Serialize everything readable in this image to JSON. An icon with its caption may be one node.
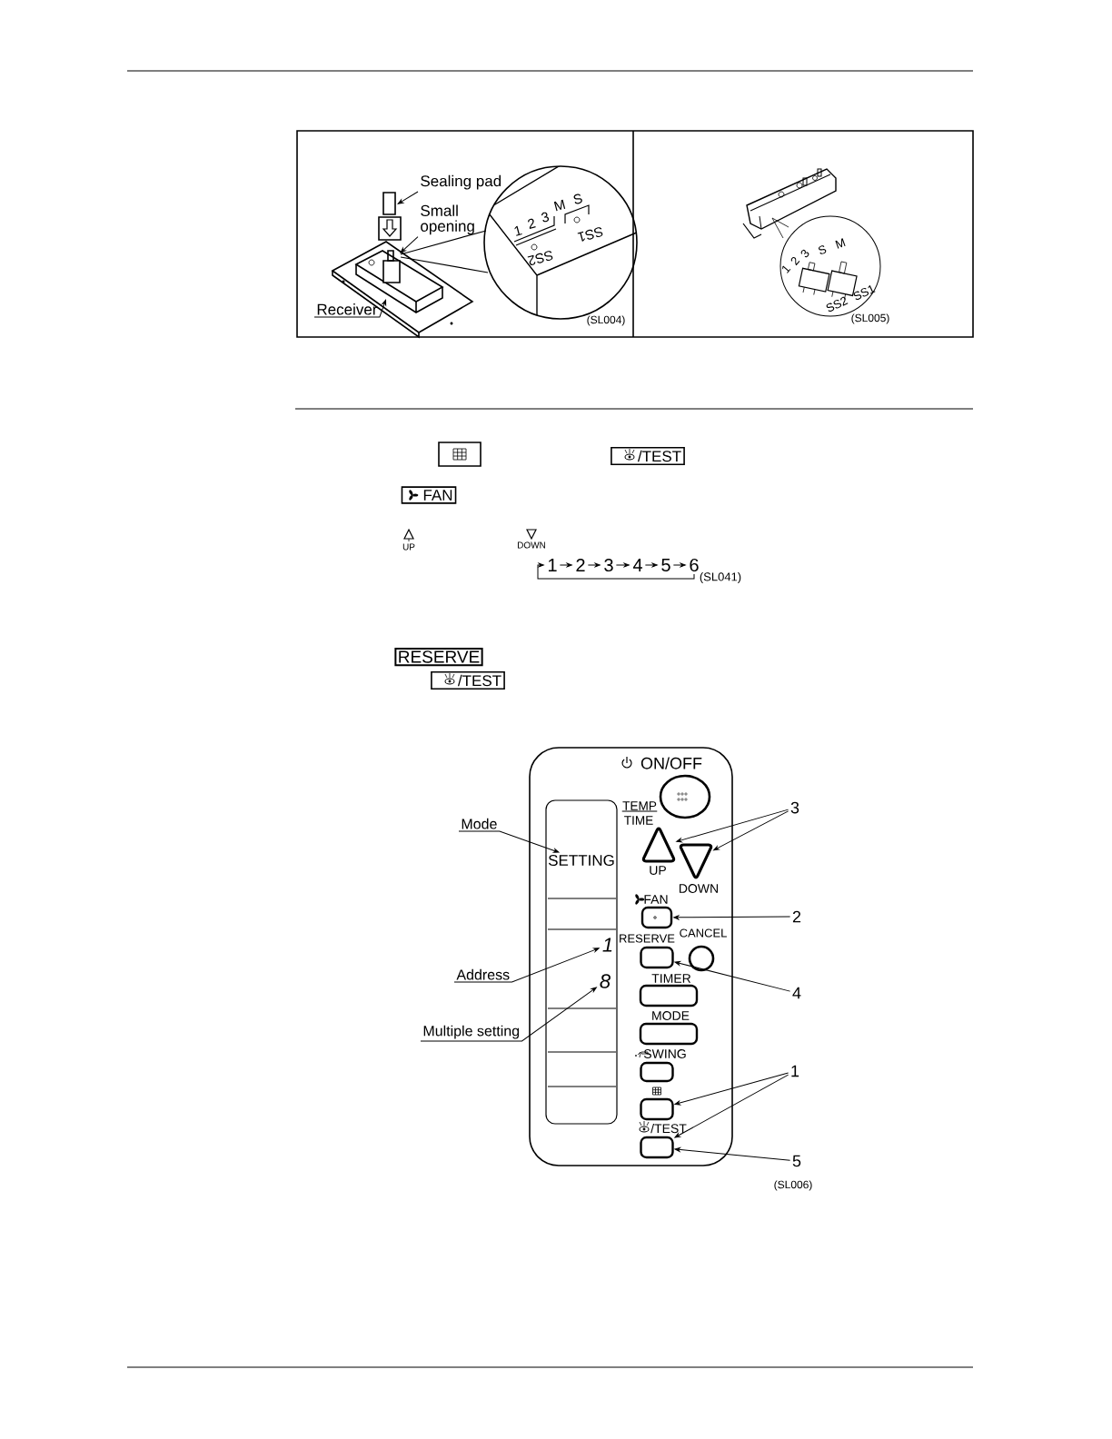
{
  "diagram": {
    "nodes": [
      {
        "text": [
          "Sealing pad"
        ]
      },
      {
        "text": [
          "Small opening"
        ]
      },
      {
        "text": [
          "Receiver"
        ]
      },
      {
        "text": [],
        "shape": "box"
      },
      {
        "text": [
          "/TEST"
        ]
      },
      {
        "text": [
          "FAN"
        ]
      },
      {
        "text": [
          "1"
        ]
      },
      {
        "text": [
          "2"
        ]
      },
      {
        "text": [
          "3"
        ]
      },
      {
        "text": [
          "4"
        ]
      },
      {
        "text": [
          "5"
        ]
      },
      {
        "text": [
          "6"
        ]
      },
      {
        "text": [
          "RESERVE"
        ]
      },
      {
        "text": [
          "/TEST"
        ]
      },
      {
        "text": [
          "Mode"
        ]
      },
      {
        "text": [],
        "shape": "box"
      },
      {
        "text": [],
        "shape": "box",
        "in": 15
      },
      {
        "text": [
          "SETTING"
        ],
        "in": 16
      },
      {
        "text": [
          "1"
        ],
        "in": 16
      },
      {
        "text": [
          "8"
        ],
        "in": 16
      },
      {
        "text": [
          "ON/OFF"
        ],
        "in": 15
      },
      {
        "text": [
          "UP"
        ],
        "in": 15
      },
      {
        "text": [
          "DOWN"
        ],
        "in": 15
      },
      {
        "text": [
          "FAN"
        ],
        "in": 15
      },
      {
        "text": [
          "RESERVE"
        ],
        "in": 15
      },
      {
        "text": [
          "CANCEL"
        ],
        "in": 15
      },
      {
        "text": [
          "TIMER"
        ],
        "in": 15
      },
      {
        "text": [
          "MODE"
        ],
        "in": 15
      },
      {
        "text": [
          "SWING"
        ],
        "in": 15
      },
      {
        "text": [],
        "shape": "box",
        "in": 15
      },
      {
        "text": [
          "/TEST"
        ],
        "in": 15
      },
      {
        "text": [
          "3"
        ]
      },
      {
        "text": [
          "2"
        ]
      },
      {
        "text": [
          "Address"
        ]
      },
      {
        "text": [
          "4"
        ]
      },
      {
        "text": [
          "Multiple setting"
        ]
      },
      {
        "text": [
          "1"
        ]
      },
      {
        "text": [
          "5"
        ]
      }
    ],
    "edges": [
      {
        "from": 0,
        "to": null,
        "arrow": "to"
      },
      {
        "from": 1,
        "to": null,
        "arrow": "to"
      },
      {
        "from": 2,
        "to": null,
        "arrow": "to"
      },
      {
        "from": 6,
        "to": 7,
        "arrow": "to"
      },
      {
        "from": 7,
        "to": 8,
        "arrow": "to"
      },
      {
        "from": 8,
        "to": 9,
        "arrow": "to"
      },
      {
        "from": 9,
        "to": 10,
        "arrow": "to"
      },
      {
        "from": 10,
        "to": 11,
        "arrow": "to"
      },
      {
        "from": 11,
        "to": 6,
        "arrow": "to"
      },
      {
        "from": 14,
        "to": 17,
        "arrow": "to"
      },
      {
        "from": 31,
        "to": 21,
        "arrow": "to"
      },
      {
        "from": 31,
        "to": 22,
        "arrow": "to"
      },
      {
        "from": 32,
        "to": 23,
        "arrow": "to"
      },
      {
        "from": 33,
        "to": 18,
        "arrow": "to"
      },
      {
        "from": 34,
        "to": 24,
        "arrow": "to"
      },
      {
        "from": 35,
        "to": 19,
        "arrow": "to"
      },
      {
        "from": 36,
        "to": 29,
        "arrow": "to"
      },
      {
        "from": 36,
        "to": 30,
        "arrow": "to"
      },
      {
        "from": 37,
        "to": 30,
        "arrow": "to"
      }
    ],
    "labels": [
      "1",
      "2",
      "3",
      "M",
      "S",
      "SS2",
      "SS1",
      "(SL004)",
      "1",
      "2",
      "3",
      "S",
      "M",
      "SS2",
      "SS1",
      "(SL005)",
      "UP",
      "DOWN",
      "(SL041)",
      "TEMP",
      "TIME",
      "(SL006)"
    ]
  }
}
